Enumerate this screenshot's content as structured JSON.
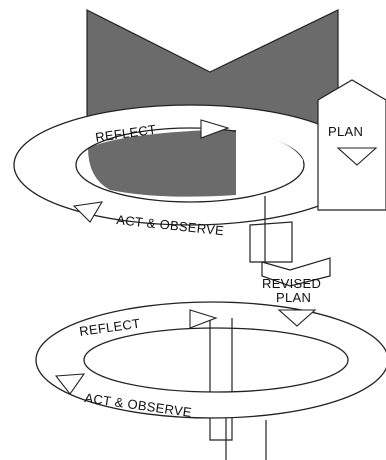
{
  "colors": {
    "background": "#ffffff",
    "stroke": "#222222",
    "fill_dark": "#6b6b6b"
  },
  "cycles": [
    {
      "reflect": "REFLECT",
      "act_observe": "ACT & OBSERVE",
      "plan": "PLAN"
    },
    {
      "reflect": "REFLECT",
      "act_observe": "ACT & OBSERVE",
      "plan_line1": "REVISED",
      "plan_line2": "PLAN"
    }
  ]
}
